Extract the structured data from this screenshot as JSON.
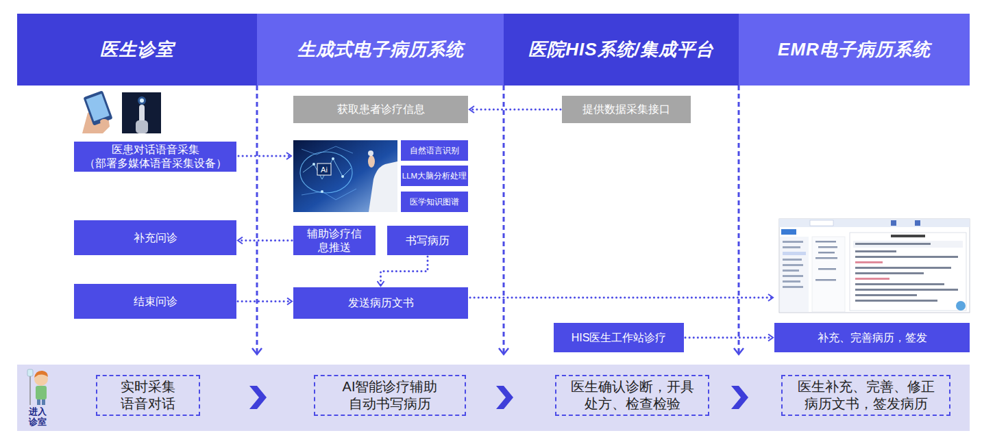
{
  "diagram": {
    "nodes": [
      {
        "text": [
          "医生诊室"
        ]
      },
      {
        "text": [
          "生成式电子病历系统"
        ]
      },
      {
        "text": [
          "医院HIS系统/集成平台"
        ]
      },
      {
        "text": [
          "EMR电子病历系统"
        ]
      },
      {
        "text": [
          "获取患者诊疗信息"
        ]
      },
      {
        "text": [
          "提供数据采集接口"
        ]
      },
      {
        "text": [
          "医患对话语音采集 （部署多媒体语音采集设备）"
        ]
      },
      {
        "text": [
          "自然语言识别"
        ]
      },
      {
        "text": [
          "LLM大脑分析处理"
        ]
      },
      {
        "text": [
          "医学知识图谱"
        ]
      },
      {
        "text": [
          "补充问诊"
        ]
      },
      {
        "text": [
          "辅助诊疗信 息推送"
        ]
      },
      {
        "text": [
          "书写病历"
        ]
      },
      {
        "text": [
          "结束问诊"
        ]
      },
      {
        "text": [
          "发送病历文书"
        ]
      },
      {
        "text": [
          "HIS医生工作站诊疗"
        ]
      },
      {
        "text": [
          "补充、完善病历，签发"
        ]
      },
      {
        "text": [
          "进入 诊室"
        ]
      },
      {
        "text": [
          "实时采集 语音对话"
        ],
        "in": 17
      },
      {
        "text": [
          "AI智能诊疗辅助 自动书写病历"
        ],
        "in": 17
      },
      {
        "text": [
          "医生确认诊断，开具 处方、检查检验"
        ],
        "in": 17
      },
      {
        "text": [
          "医生补充、完善、修正 病历文书，签发病历"
        ],
        "in": 17
      }
    ],
    "edges": [
      {
        "from": 5,
        "to": 4,
        "arrow": "to"
      },
      {
        "from": 11,
        "to": 10,
        "arrow": "to"
      },
      {
        "from": 12,
        "to": 14,
        "arrow": "to"
      },
      {
        "from": 13,
        "to": 14,
        "arrow": "to"
      },
      {
        "from": 15,
        "to": 16,
        "arrow": "to"
      }
    ],
    "labels": [
      "Ai"
    ]
  }
}
